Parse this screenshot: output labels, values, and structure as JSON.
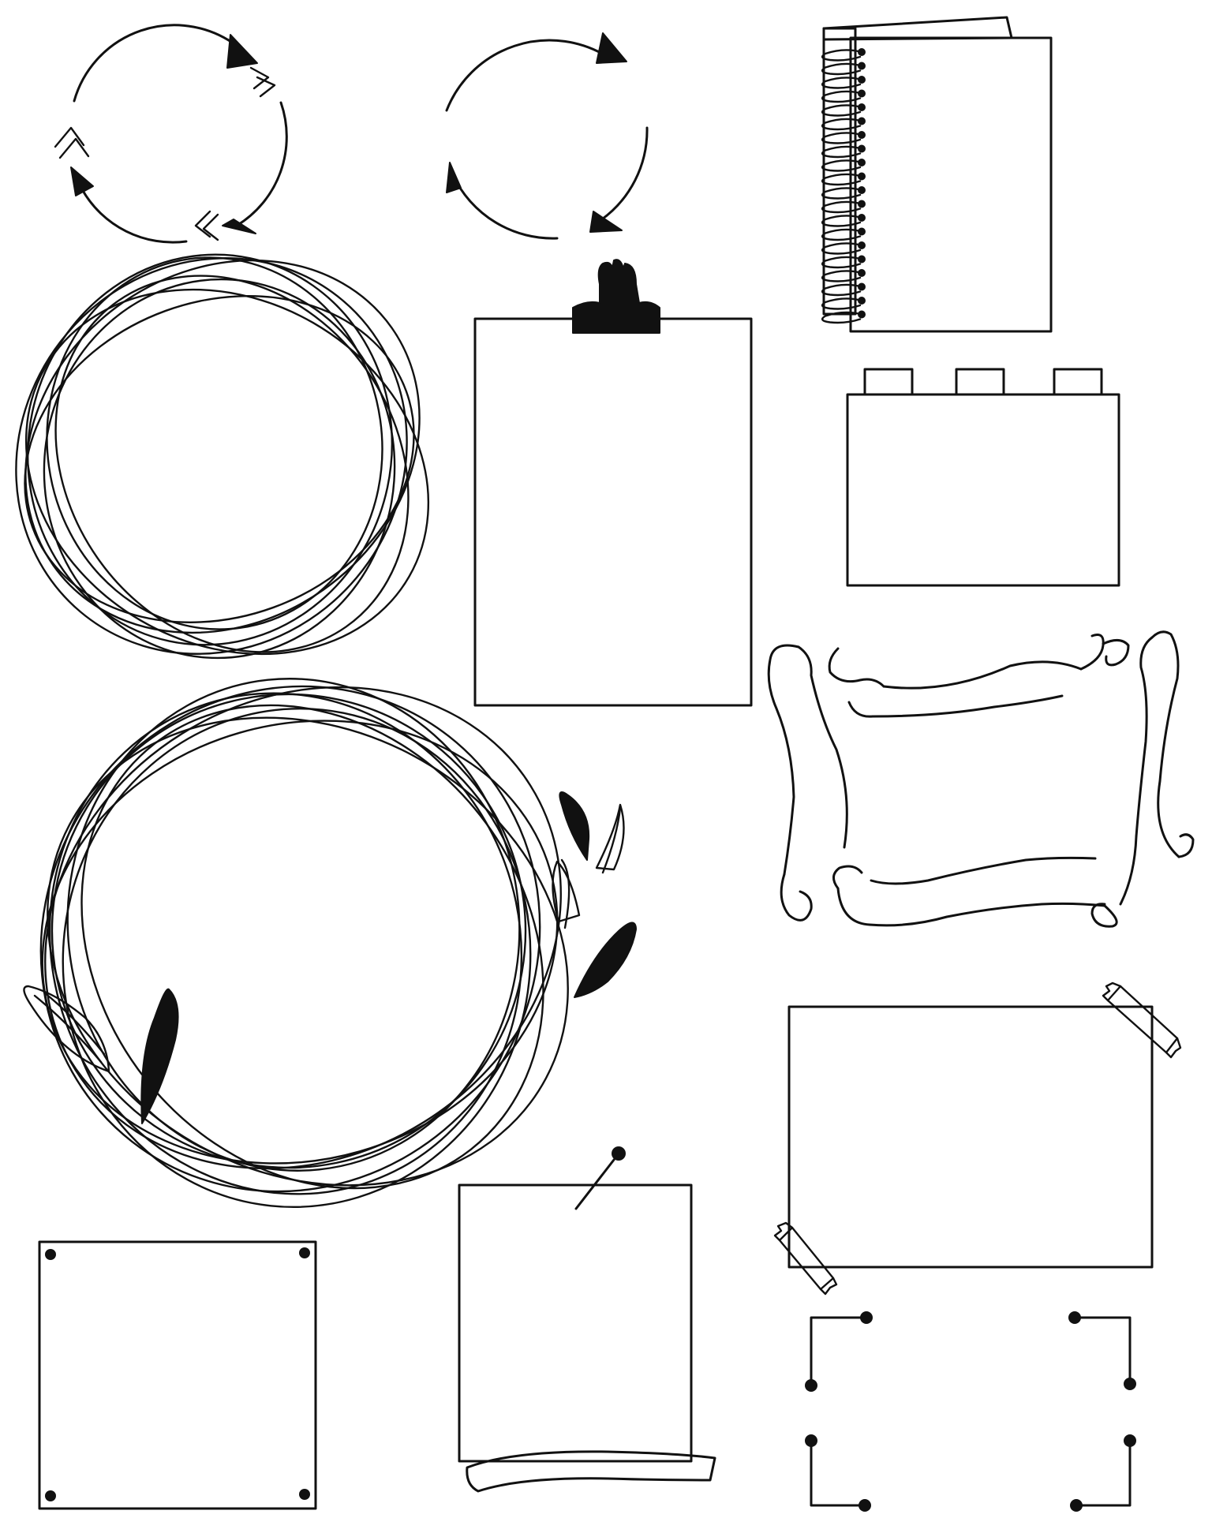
{
  "sheet": {
    "background": "#ffffff",
    "ink_color": "#111111",
    "elements": [
      {
        "id": "cycle-arrows-chevron-icon",
        "kind": "circular arrows with chevrons"
      },
      {
        "id": "cycle-arrows-icon",
        "kind": "circular arrows"
      },
      {
        "id": "spiral-notebook-frame",
        "kind": "spiral notebook"
      },
      {
        "id": "scribble-circle-frame",
        "kind": "scribbled circle"
      },
      {
        "id": "clipboard-frame",
        "kind": "clipboard"
      },
      {
        "id": "brick-block-frame",
        "kind": "toy brick"
      },
      {
        "id": "scroll-banner-frame",
        "kind": "curly scroll banner"
      },
      {
        "id": "leafy-scribble-wreath-frame",
        "kind": "scribbled wreath with leaves"
      },
      {
        "id": "taped-photo-frame",
        "kind": "taped paper"
      },
      {
        "id": "pinned-note-frame",
        "kind": "pinned curled note"
      },
      {
        "id": "riveted-plate-frame",
        "kind": "riveted plate"
      },
      {
        "id": "corner-bracket-frame",
        "kind": "corner brackets with dots"
      }
    ]
  }
}
